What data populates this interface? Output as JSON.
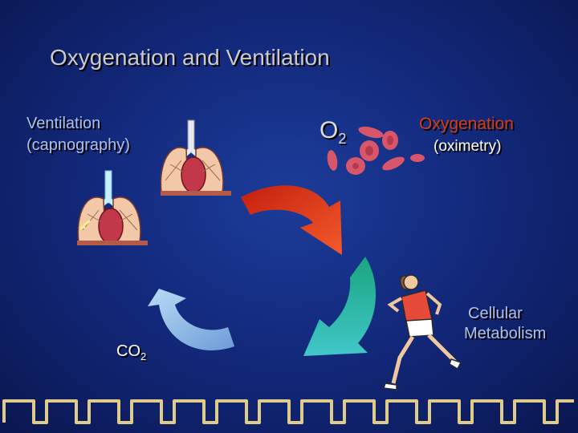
{
  "title": "Oxygenation and Ventilation",
  "ventilation": {
    "line1": "Ventilation",
    "line2": "(capnography)"
  },
  "oxygenation": {
    "line1": "Oxygenation",
    "line2": "(oximetry)"
  },
  "o2": {
    "base": "O",
    "sub": "2"
  },
  "co2": {
    "base": "CO",
    "sub": "2"
  },
  "cellular": {
    "line1": "Cellular",
    "line2": "Metabolism"
  },
  "colors": {
    "background": "#12287a",
    "arrow_red": "#e8331a",
    "arrow_green": "#25b29a",
    "arrow_blue": "#8ec3ec",
    "blood_cells": "#d8566a"
  },
  "icons": [
    "lungs-icon",
    "lungs-icon",
    "red-blood-cells-icon",
    "runner-icon",
    "capnography-waveform-icon"
  ]
}
